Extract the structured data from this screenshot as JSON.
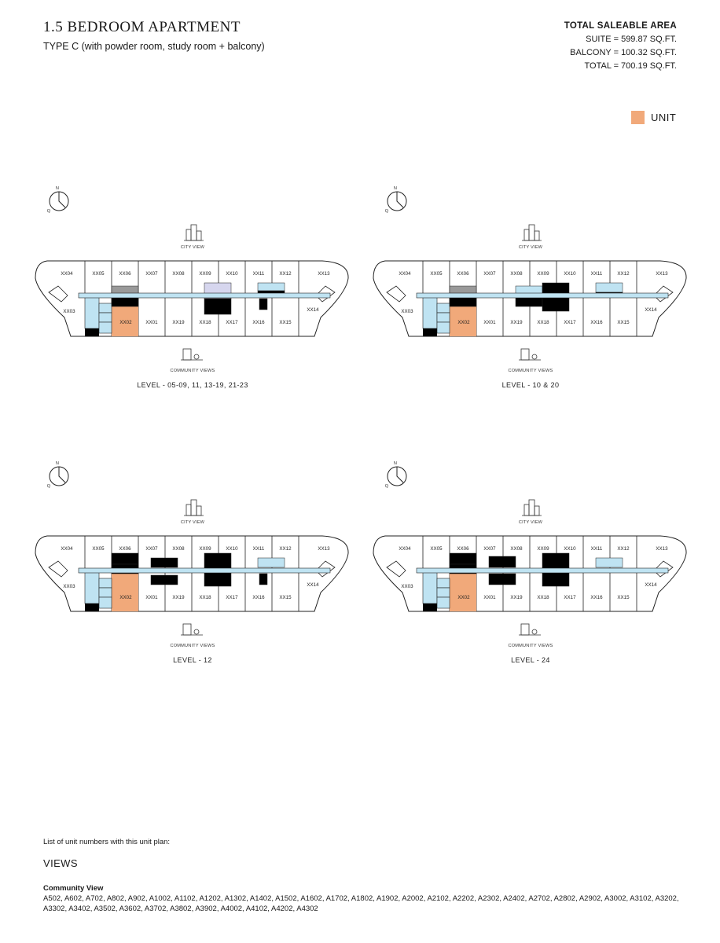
{
  "header": {
    "title": "1.5 BEDROOM APARTMENT",
    "subtitle": "TYPE C (with powder room, study room + balcony)"
  },
  "area": {
    "heading": "TOTAL SALEABLE AREA",
    "suite": "SUITE = 599.87 SQ.FT.",
    "balcony": "BALCONY = 100.32 SQ.FT.",
    "total": "TOTAL = 700.19 SQ.FT."
  },
  "legend": {
    "label": "UNIT",
    "color": "#f1a97a"
  },
  "compass": {
    "n": "N",
    "q": "Q"
  },
  "views": {
    "city": "CITY VIEW",
    "community": "COMMUNITY VIEWS"
  },
  "units": {
    "top": [
      "XX04",
      "XX05",
      "XX06",
      "XX07",
      "XX08",
      "XX09",
      "XX10",
      "XX11",
      "XX12",
      "XX13"
    ],
    "bottom": [
      "XX03",
      "XX02",
      "XX01",
      "XX19",
      "XX18",
      "XX17",
      "XX16",
      "XX15",
      "XX14"
    ]
  },
  "levels": [
    "LEVEL - 05-09, 11, 13-19, 21-23",
    "LEVEL - 10 & 20",
    "LEVEL - 12",
    "LEVEL - 24"
  ],
  "highlight_unit": "XX02",
  "colors": {
    "corridor": "#bfe3f2",
    "unit": "#f1a97a",
    "core": "#000000",
    "grey": "#999999",
    "lilac": "#d6d6ee"
  },
  "list": {
    "intro": "List of unit numbers with this unit plan:",
    "views_heading": "VIEWS",
    "community_heading": "Community View",
    "community_units": "A502, A602, A702, A802, A902, A1002, A1102, A1202, A1302, A1402, A1502, A1602, A1702, A1802, A1902, A2002, A2102, A2202, A2302, A2402, A2702, A2802, A2902, A3002, A3102, A3202, A3302, A3402, A3502, A3602, A3702, A3802, A3902, A4002, A4102, A4202, A4302"
  }
}
